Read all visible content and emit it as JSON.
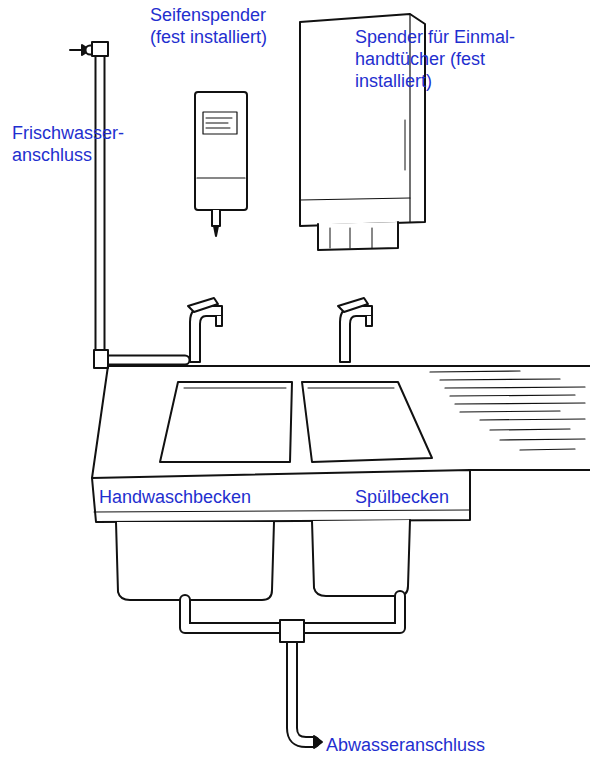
{
  "diagram": {
    "labels": [
      "Seifenspender (fest installiert)",
      "Spender für Einmal- handtücher (fest installiert)",
      "Frischwasser- anschluss",
      "Handwaschbecken",
      "Spülbecken",
      "Abwasseranschluss"
    ]
  }
}
